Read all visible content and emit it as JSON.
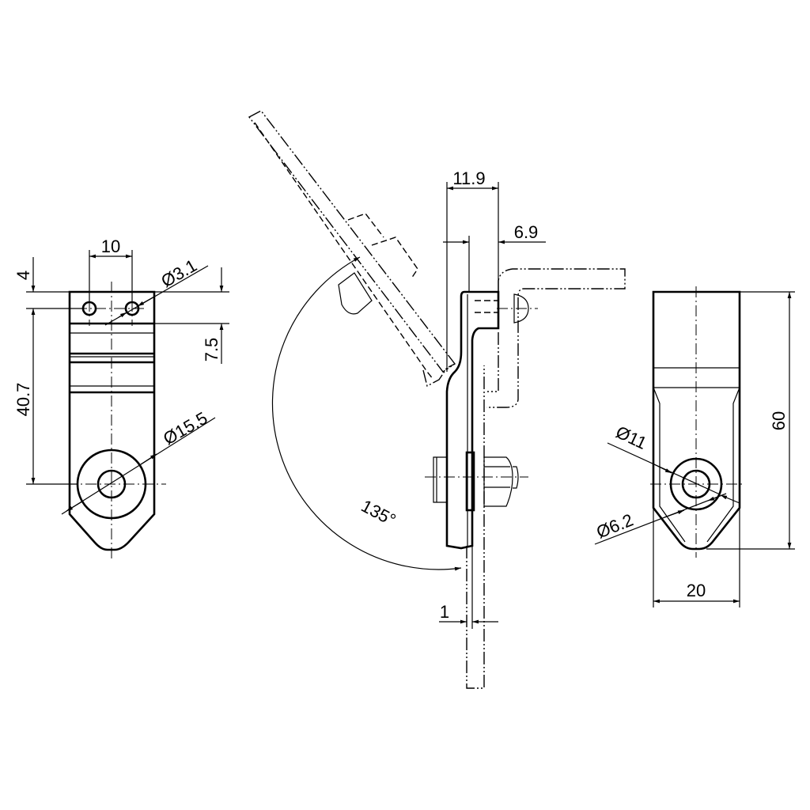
{
  "drawing": {
    "colors": {
      "line": "#000000",
      "background": "#ffffff"
    },
    "left_view": {
      "dims": {
        "top_offset": "4",
        "hole_spacing": "10",
        "hole_diameter": "Ø3.1",
        "block_height": "7.5",
        "center_distance": "40.7",
        "boss_diameter": "Ø15.5"
      }
    },
    "side_view": {
      "dims": {
        "overall_depth": "11.9",
        "offset": "6.9",
        "swing_angle": "135°",
        "thickness": "1"
      }
    },
    "right_view": {
      "dims": {
        "outer_diameter": "Ø11",
        "bore_diameter": "Ø6.2",
        "height": "60",
        "width": "20"
      }
    }
  }
}
